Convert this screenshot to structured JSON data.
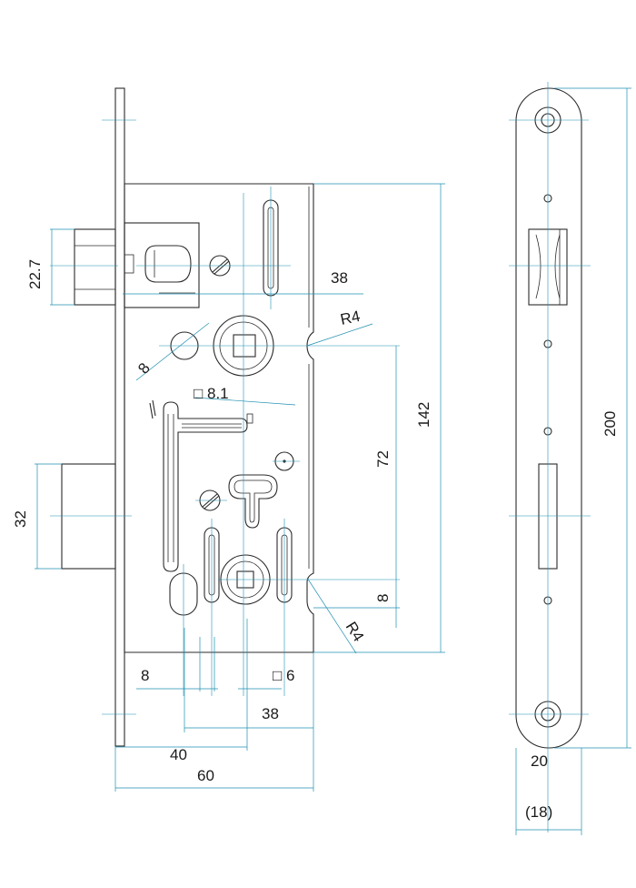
{
  "dimensions": {
    "backset": "60",
    "handle_offset": "40",
    "cylinder_offset": "38",
    "bolt_offset": "8",
    "cylinder_square": "6",
    "spindle_square": "8.1",
    "top_spacing": "38",
    "latch_height": "22.7",
    "deadbolt_height": "32",
    "radius_top": "R4",
    "radius_bottom": "R4",
    "center_distance": "72",
    "bottom_step": "8",
    "body_height": "142",
    "faceplate_height": "200",
    "faceplate_width": "20",
    "faceplate_width_alt": "(18)",
    "spindle_diameter": "8"
  },
  "colors": {
    "part_stroke": "#2b2b2b",
    "dimension_stroke": "#1f8fb0"
  }
}
